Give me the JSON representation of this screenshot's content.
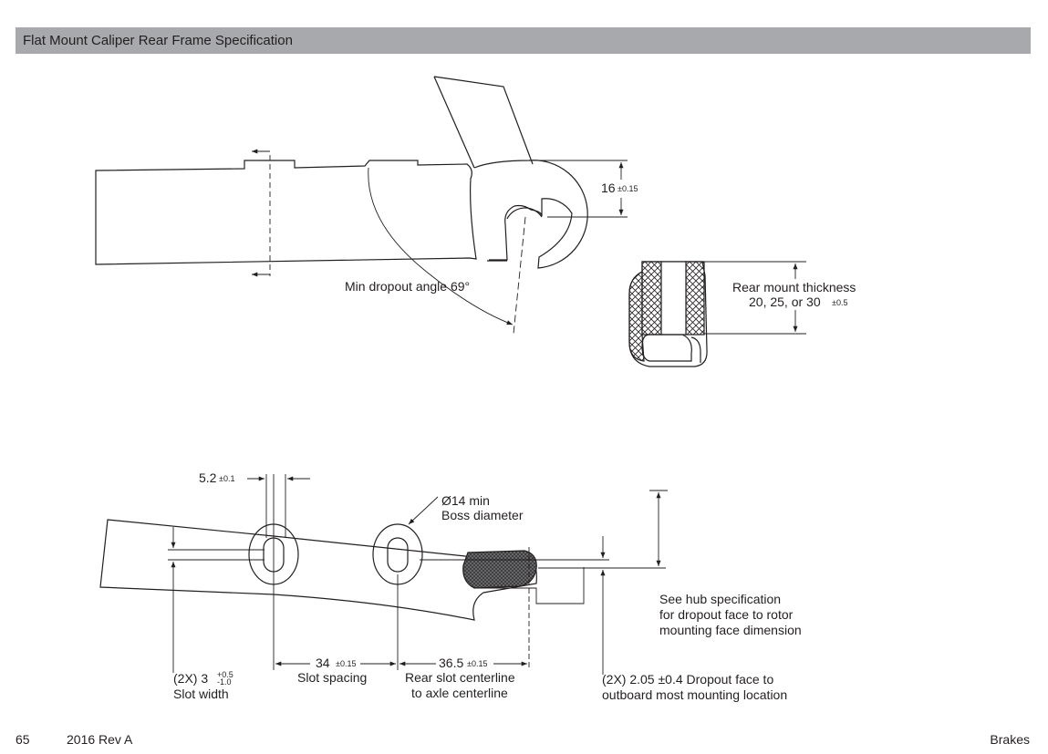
{
  "header": {
    "title": "Flat Mount Caliper Rear Frame Specification"
  },
  "top_view": {
    "dim_16": "16",
    "dim_16_tol": "±0.15",
    "dropout_angle": "Min dropout angle 69°"
  },
  "section_view": {
    "thickness_line1": "Rear mount thickness",
    "thickness_line2": "20, 25, or 30",
    "thickness_tol": "±0.5"
  },
  "bottom_view": {
    "slot_5_2": "5.2",
    "slot_5_2_tol": "±0.1",
    "boss_line1": "Ø14 min",
    "boss_line2": "Boss diameter",
    "hub_line1": "See hub specification",
    "hub_line2": "for dropout face to rotor",
    "hub_line3": "mounting face dimension",
    "slot_width_prefix": "(2X) 3",
    "slot_width_tol_plus": "+0.5",
    "slot_width_tol_minus": "-1.0",
    "slot_width_label": "Slot width",
    "slot_spacing_value": "34",
    "slot_spacing_tol": "±0.15",
    "slot_spacing_label": "Slot spacing",
    "rear_slot_value": "36.5",
    "rear_slot_tol": "±0.15",
    "rear_slot_line1": "Rear slot centerline",
    "rear_slot_line2": "to axle centerline",
    "dropout_face_line1": "(2X) 2.05 ±0.4 Dropout face to",
    "dropout_face_line2": "outboard most mounting location"
  },
  "footer": {
    "page_number": "65",
    "revision": "2016 Rev A",
    "section": "Brakes"
  }
}
